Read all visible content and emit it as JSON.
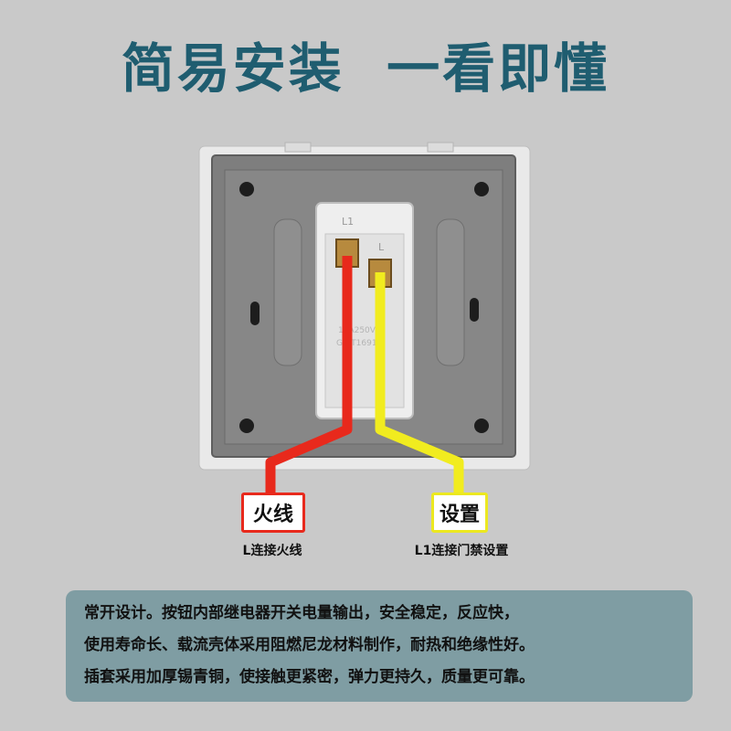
{
  "headline": "简易安装  一看即懂",
  "device": {
    "terminal_label_left": "L1",
    "terminal_label_right": "L",
    "rating_line_1": "16A250V~",
    "rating_line_2": "GB/T16915",
    "wire_colors": {
      "live": "#e8291c",
      "set": "#f1ec1f"
    }
  },
  "labels": {
    "live_tag": "火线",
    "set_tag": "设置",
    "live_caption": "L连接火线",
    "set_caption": "L1连接门禁设置"
  },
  "description": {
    "lines": [
      "常开设计。按钮内部继电器开关电量输出，安全稳定，反应快，",
      "使用寿命长、载流壳体采用阻燃尼龙材料制作，耐热和绝缘性好。",
      "插套采用加厚锡青铜，使接触更紧密，弹力更持久，质量更可靠。"
    ]
  },
  "colors": {
    "headline": "#1f5d70",
    "background": "#c9c9c9",
    "info_panel": "#7f9da3"
  }
}
